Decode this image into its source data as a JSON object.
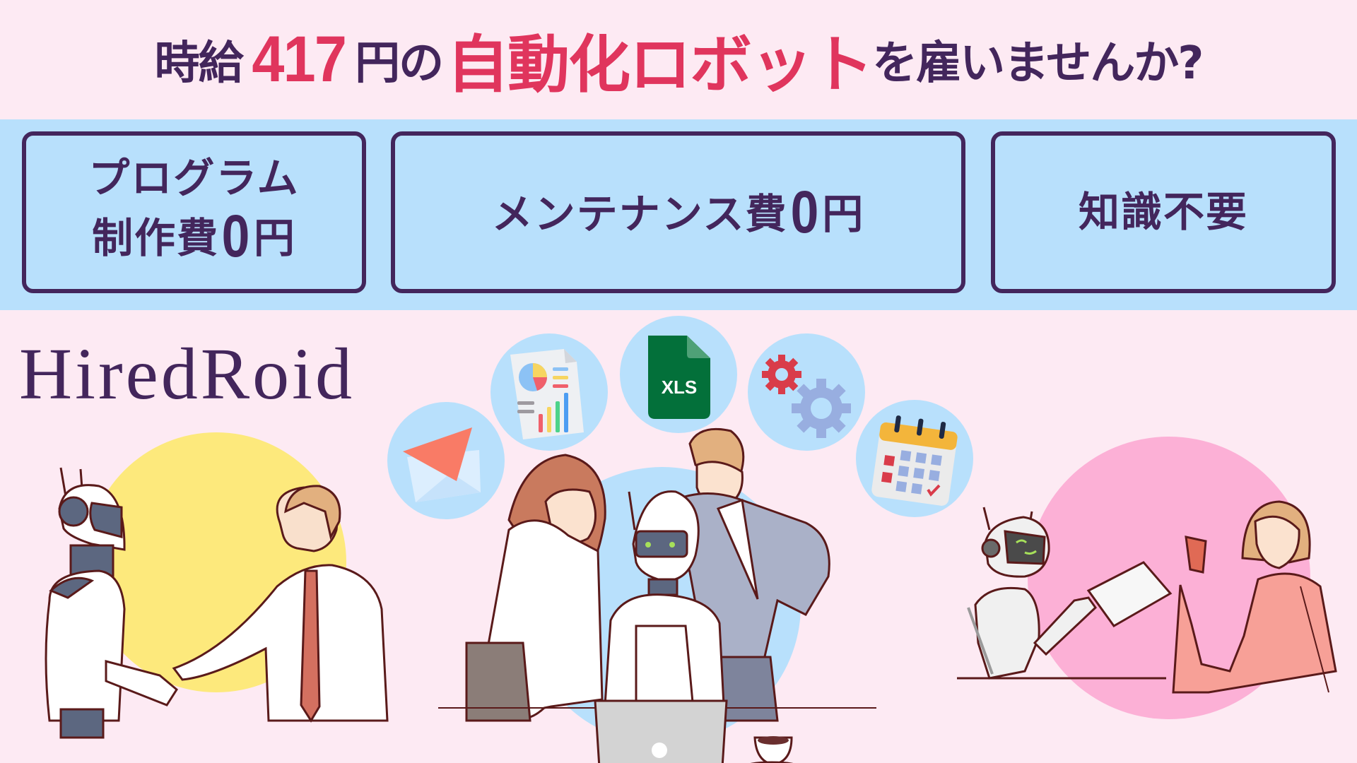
{
  "headline": {
    "parts": [
      {
        "text": "時給",
        "style": "dark"
      },
      {
        "text": "417",
        "style": "number"
      },
      {
        "text": "円の",
        "style": "dark"
      },
      {
        "text": "自動化ロボット",
        "style": "accent"
      },
      {
        "text": "を雇いませんか?",
        "style": "dark"
      }
    ]
  },
  "features": [
    {
      "line1": "プログラム",
      "line2_prefix": "制作費",
      "line2_zero": "0",
      "line2_suffix": "円"
    },
    {
      "line1_prefix": "メンテナンス費",
      "line1_zero": "0",
      "line1_suffix": "円"
    },
    {
      "line1": "知識不要"
    }
  ],
  "brand": {
    "logo_text": "HiredRoid"
  },
  "icons": {
    "xls_label": "XLS",
    "items": [
      "envelope-icon",
      "report-chart-icon",
      "xls-file-icon",
      "gears-icon",
      "calendar-icon"
    ]
  },
  "illustrations": [
    "robot-handshake-businessman",
    "coworkers-with-robot-at-laptop",
    "robot-handing-document-to-woman"
  ],
  "colors": {
    "background": "#fdeaf3",
    "band": "#b8e0fc",
    "dark_text": "#43265c",
    "accent_red": "#e0355d",
    "yellow_circle": "#fde97c",
    "pink_circle": "#fcb0d6",
    "icon_circle": "#b8e0fc",
    "xls_green": "#03703a"
  }
}
